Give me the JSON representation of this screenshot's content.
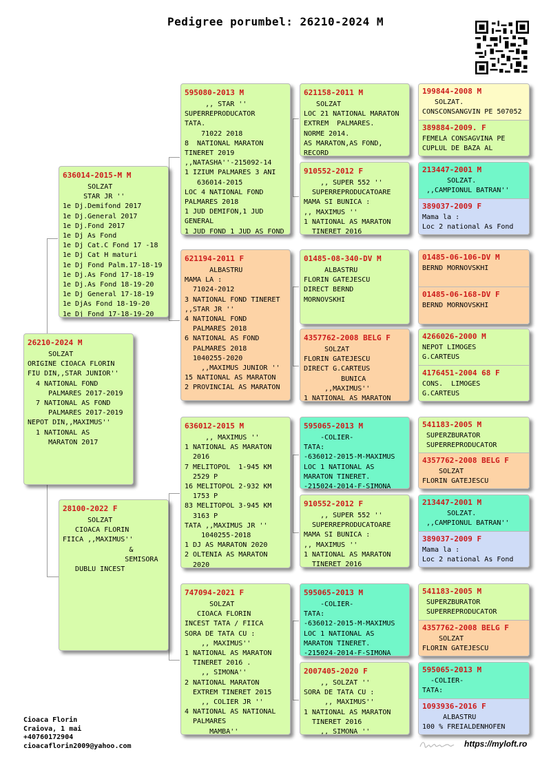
{
  "title": "Pedigree porumbel: 26210-2024 M",
  "owner": {
    "name": "Cioaca Florin",
    "city": "Craiova, 1 mai",
    "phone": "+40760172904",
    "email": "cioacaflorin2009@yahoo.com"
  },
  "footer_url": "https://myloft.ro",
  "colors": {
    "green": "#d8fcab",
    "orange": "#fdd3a6",
    "teal": "#72f7c9",
    "yellow": "#fefbc6",
    "blue": "#cfdcf7",
    "ring_red": "#cc1b1b"
  },
  "gen0": {
    "ring": "26210-2024 M",
    "text": "     SOLZAT\nORIGINE CIOACA FLORIN\nFIU DIN,,STAR JUNIOR''\n  4 NATIONAL FOND\n     PALMARES 2017-2019\n  7 NATIONAL AS FOND\n     PALMARES 2017-2019\nNEPOT DIN,,MAXIMUS''\n  1 NATIONAL AS\n     MARATON 2017"
  },
  "gen1": [
    {
      "ring": "636014-2015-M M",
      "text": "      SOLZAT\n     STAR JR ''\n1e Dj.Demifond 2017\n1e Dj.General 2017\n1e Dj.Fond 2017\n1e Dj As Fond\n1e Dj Cat.C Fond 17 -18\n1e Dj Cat H maturi\n1e Dj Fond Palm.17-18-19\n1e Dj.As Fond 17-18-19\n1e Dj.As Fond 18-19-20\n1e Dj General 17-18-19\n1e DjAs Fond 18-19-20\n1e Dj Fond 17-18-19-20"
    },
    {
      "ring": "28100-2022 F",
      "text": "      SOLZAT\n   CIOACA FLORIN\nFIICA ,,MAXIMUS''\n                &\n               SEMISORA\n   DUBLU INCEST"
    }
  ],
  "gen2": [
    {
      "ring": "595080-2013 M",
      "text": "     ,, STAR ''\nSUPERREPRODUCATOR\nTATA.\n    71022 2018\n8  NATIONAL MARATON\nTINERET 2019\n,,NATASHA''-215092-14\n1 IZIUM PALMARES 3 ANI\n   636014-2015\nLOC 4 NATIONAL FOND\nPALMARES 2018\n1 JUD DEMIFON,1 JUD\nGENERAL\n1 JUD FOND 1 JUD AS FOND"
    },
    {
      "ring": "621194-2011 F",
      "text": "      ALBASTRU\nMAMA LA :\n  71024-2012\n3 NATIONAL FOND TINERET\n,,STAR JR ''\n4 NATIONAL FOND\n  PALMARES 2018\n6 NATIONAL AS FOND\n  PALMARES 2018\n  1040255-2020\n    ,,MAXIMUS JUNIOR ''\n15 NATIONAL AS MARATON\n2 PROVINCIAL AS MARATON"
    },
    {
      "ring": "636012-2015 M",
      "text": "     ,, MAXIMUS ''\n1 NATIONAL AS MARATON\n  2016\n7 MELITOPOL  1-945 KM\n  2529 P\n16 MELITOPOL 2-932 KM\n  1753 P\n83 MELITOPOL 3-945 KM\n  3163 P\nTATA ,,MAXIMUS JR ''\n    1040255-2018\n1 DJ AS MARATON 2020\n2 OLTENIA AS MARATON\n  2020"
    },
    {
      "ring": "747094-2021 F",
      "text": "      SOLZAT\n   CIOACA FLORIN\nINCEST TATA / FIICA\nSORA DE TATA CU :\n    ,, MAXIMUS''\n1 NATIONAL AS MARATON\n  TINERET 2016 .\n    ,, SIMONA''\n2 NATIONAL MARATON\n  EXTREM TINERET 2015\n    ,, COLIER JR ''\n4 NATIONAL AS NATIONAL\n  PALMARES\n      MAMBA''"
    }
  ],
  "gen3": [
    {
      "ring": "621158-2011 M",
      "text": "   SOLZAT\nLOC 21 NATIONAL MARATON\nEXTREM  PALMARES.\nNORME 2014.\nAS MARATON,AS FOND,\nRECORD"
    },
    {
      "ring": "910552-2012 F",
      "text": "    ,, SUPER 552 ''\n  SUPERREPRODUCATOARE\nMAMA SI BUNICA :\n,, MAXIMUS ''\n1 NATIONAL AS MARATON\n  TINERET 2016"
    },
    {
      "ring": "01485-08-340-DV M",
      "text": "     ALBASTRU\nFLORIN GATEJESCU\nDIRECT BERND\nMORNOVSKHI"
    },
    {
      "ring": "4357762-2008 BELG F",
      "text": "     SOLZAT\nFLORIN GATEJESCU\nDIRECT G.CARTEUS\n         BUNICA\n     ,,MAXIMUS''\n1 NATIONAL AS MARATON"
    },
    {
      "ring": "595065-2013 M",
      "text": "    -COLIER-\nTATA:\n-636012-2015-M-MAXIMUS\nLOC 1 NATIONAL AS\nMARATON TINERET.\n-215024-2014-F-SIMONA"
    },
    {
      "ring": "910552-2012 F",
      "text": "    ,, SUPER 552 ''\n  SUPERREPRODUCATOARE\nMAMA SI BUNICA :\n,, MAXIMUS ''\n1 NATIONAL AS MARATON\n  TINERET 2016"
    },
    {
      "ring": "595065-2013 M",
      "text": "    -COLIER-\nTATA:\n-636012-2015-M-MAXIMUS\nLOC 1 NATIONAL AS\nMARATON TINERET.\n-215024-2014-F-SIMONA"
    },
    {
      "ring": "2007405-2020 F",
      "text": "    ,, SOLZAT ''\nSORA DE TATA CU :\n     ,, MAXIMUS''\n1 NATIONAL AS MARATON\n  TINERET 2016\n    ,, SIMONA ''"
    }
  ],
  "gen4": [
    [
      {
        "ring": "199844-2008 M",
        "text": "   SOLZAT.\nCONSCONSANGVIN PE 507052"
      },
      {
        "ring": "389884-2009. F",
        "text": "FEMELA CONSAGVINA PE\nCUPLUL DE BAZA AL"
      }
    ],
    [
      {
        "ring": "213447-2001 M",
        "text": "      SOLZAT.\n ,,CAMPIONUL BATRAN''"
      },
      {
        "ring": "389037-2009 F",
        "text": "Mama la :\nLoc 2 national As Fond"
      }
    ],
    [
      {
        "ring": "01485-06-106-DV M",
        "text": "BERND MORNOVSKHI"
      },
      {
        "ring": "01485-06-168-DV F",
        "text": "BERND MORNOVSKHI"
      }
    ],
    [
      {
        "ring": "4266026-2000 M",
        "text": "NEPOT LIMOGES\nG.CARTEUS"
      },
      {
        "ring": "4176451-2004 68 F",
        "text": "CONS.  LIMOGES\nG.CARTEUS"
      }
    ],
    [
      {
        "ring": "541183-2005 M",
        "text": " SUPERZBURATOR\n SUPERREPRODUCATOR"
      },
      {
        "ring": "4357762-2008 BELG F",
        "text": "    SOLZAT\nFLORIN GATEJESCU"
      }
    ],
    [
      {
        "ring": "213447-2001 M",
        "text": "      SOLZAT.\n ,,CAMPIONUL BATRAN''"
      },
      {
        "ring": "389037-2009 F",
        "text": "Mama la :\nLoc 2 national As Fond"
      }
    ],
    [
      {
        "ring": "541183-2005 M",
        "text": " SUPERZBURATOR\n SUPERREPRODUCATOR"
      },
      {
        "ring": "4357762-2008 BELG F",
        "text": "    SOLZAT\nFLORIN GATEJESCU"
      }
    ],
    [
      {
        "ring": "595065-2013 M",
        "text": "  -COLIER-\nTATA:"
      },
      {
        "ring": "1093936-2016 F",
        "text": "     ALBASTRU\n100 % FREIALDENHOFEN"
      }
    ]
  ]
}
